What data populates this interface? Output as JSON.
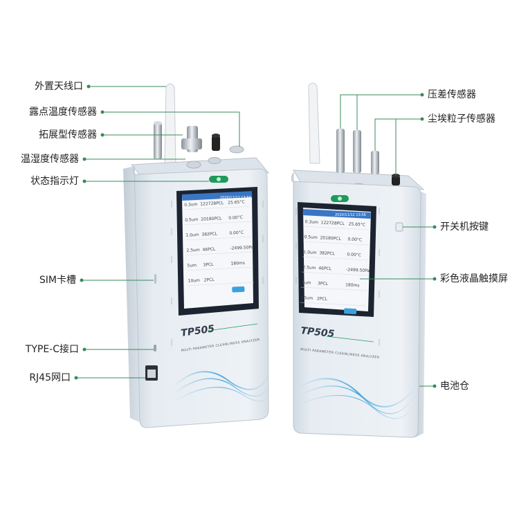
{
  "labels": {
    "antenna": "外置天线口",
    "dew_point_sensor": "露点温度传感器",
    "extension_sensor": "拓展型传感器",
    "temp_humidity_sensor": "温湿度传感器",
    "status_light": "状态指示灯",
    "sim_slot": "SIM卡槽",
    "type_c": "TYPE-C接口",
    "rj45": "RJ45网口",
    "pressure_sensor": "压差传感器",
    "dust_sensor": "尘埃粒子传感器",
    "power_button": "开关机按键",
    "touch_screen": "彩色液晶触摸屏",
    "battery": "电池仓"
  },
  "device": {
    "model": "TP505",
    "tagline": "MULTI PARAMETER CLEANLINESS ANALYZER"
  },
  "screen": {
    "datetime": "2020/11/12 13:56",
    "rows": [
      {
        "size": "0.3um",
        "count": "122728PCL"
      },
      {
        "size": "0.5um",
        "count": "20180PCL"
      },
      {
        "size": "1.0um",
        "count": "382PCL"
      },
      {
        "size": "2.5um",
        "count": "46PCL"
      },
      {
        "size": "5um",
        "count": "3PCL"
      },
      {
        "size": "10um",
        "count": "2PCL"
      }
    ],
    "right_values": [
      "25.65°C",
      "0.00°C",
      "0.00°C",
      "-2499.50Pa",
      "180ms"
    ]
  },
  "colors": {
    "accent": "#1f9a5b",
    "body": "#e3e9ef",
    "screen_header": "#3a76c4",
    "leader": "#3a8a5a"
  }
}
